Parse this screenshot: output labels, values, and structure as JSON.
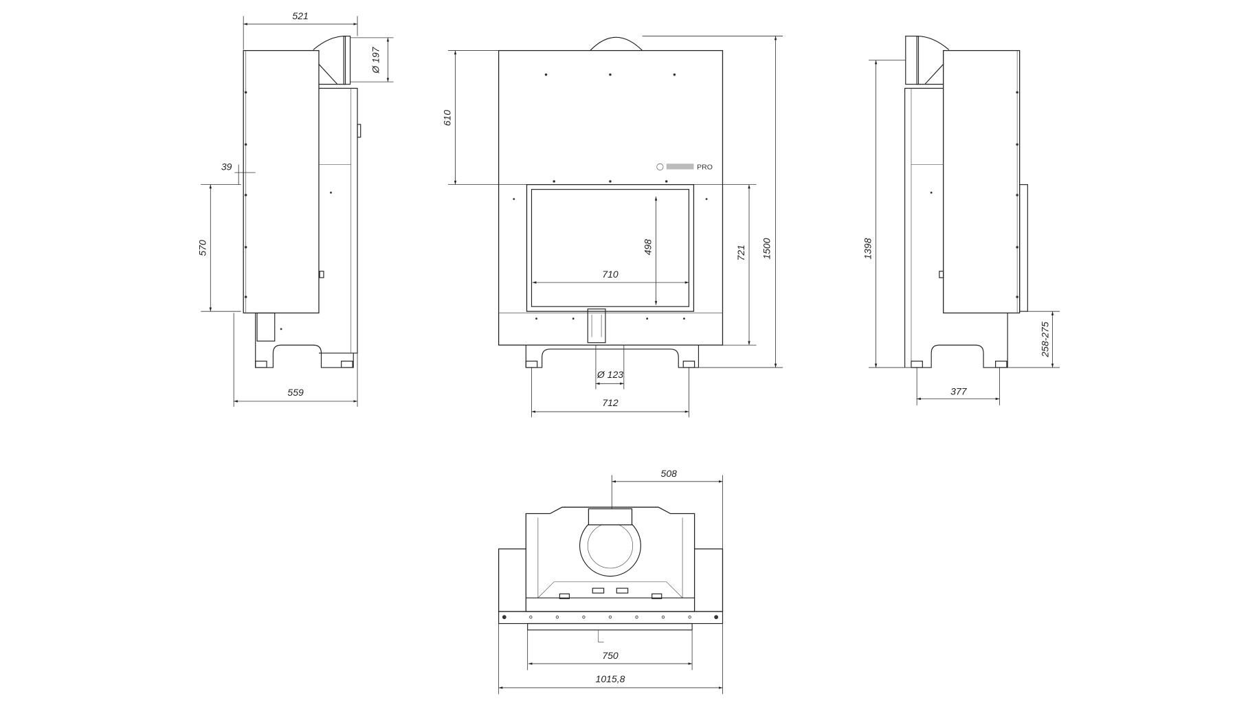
{
  "drawing": {
    "logo_text": "PRO",
    "side_view_left": {
      "dims": {
        "top_depth": "521",
        "flue_diameter": "Ø 197",
        "offset": "39",
        "door_height": "570",
        "base_depth": "559"
      }
    },
    "front_view": {
      "dims": {
        "upper_height": "610",
        "total_height": "1500",
        "door_to_base": "721",
        "glass_height": "498",
        "glass_width": "710",
        "air_inlet": "Ø 123",
        "leg_span": "712"
      }
    },
    "side_view_right": {
      "dims": {
        "height": "1398",
        "leg_height_range": "258-275",
        "leg_span": "377"
      }
    },
    "top_view": {
      "dims": {
        "flue_offset": "508",
        "inner_width": "750",
        "total_width": "1015,8"
      }
    }
  }
}
